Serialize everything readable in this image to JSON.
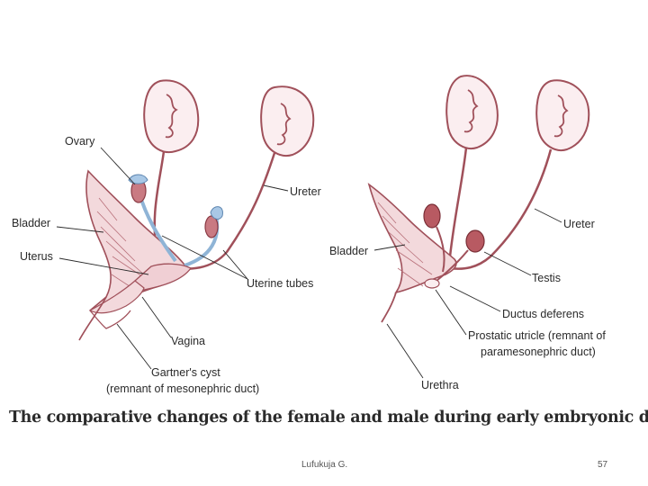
{
  "female": {
    "labels": {
      "ovary": "Ovary",
      "ureter": "Ureter",
      "bladder": "Bladder",
      "uterus": "Uterus",
      "uterine_tubes": "Uterine tubes",
      "vagina": "Vagina",
      "gartners_cyst": "Gartner's cyst",
      "gartners_cyst_note": "(remnant of mesonephric duct)"
    }
  },
  "male": {
    "labels": {
      "ureter": "Ureter",
      "bladder": "Bladder",
      "testis": "Testis",
      "ductus_deferens": "Ductus deferens",
      "prostatic_utricle": "Prostatic utricle (remnant of",
      "prostatic_utricle_note": "paramesonephric duct)",
      "urethra": "Urethra"
    }
  },
  "caption": "The comparative changes of the female and male during early embryonic development",
  "footer": {
    "author": "Lufukuja G.",
    "page": "57"
  },
  "colors": {
    "kidney_outline": "#a0505a",
    "tissue_fill": "#f3d9dc",
    "tube_blue": "#8fb4d6",
    "gonad_red": "#b85a62"
  }
}
